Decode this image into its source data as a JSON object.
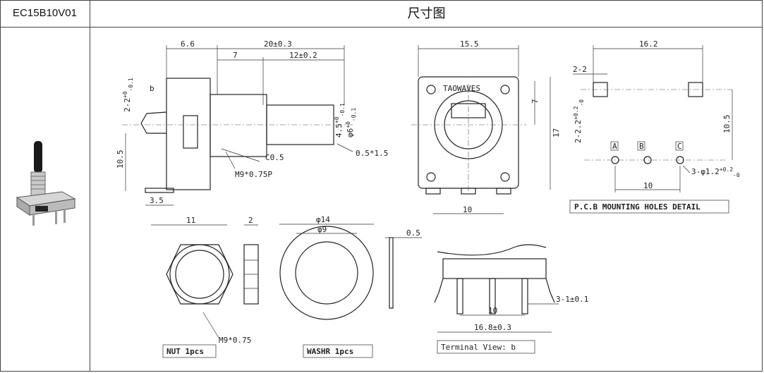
{
  "header": {
    "model": "EC15B10V01",
    "title": "尺寸图"
  },
  "side_view": {
    "dims": [
      "6.6",
      "20±0.3",
      "7",
      "12±0.2",
      "b",
      "C0.5",
      "M9*0.75P",
      "0.5*1.5",
      "10.5",
      "3.5"
    ],
    "d_tol": {
      "d1": "2-2",
      "d1t": "+0",
      "d1b": "-0.1",
      "d2": "4.5",
      "d2t": "+0",
      "d2b": "-0.1",
      "d3": "φ6",
      "d3t": "+0",
      "d3b": "-0.1"
    }
  },
  "front_view": {
    "brand": "TAOWAVES",
    "dims": [
      "15.5",
      "7",
      "17",
      "10"
    ]
  },
  "pcb": {
    "dims": [
      "16.2",
      "2-2",
      "10.5",
      "10"
    ],
    "tol1": {
      "base": "2-2.2",
      "t": "+0.2",
      "b": "-0"
    },
    "tol2": {
      "base": "3-φ1.2",
      "t": "+0.2",
      "b": "-0"
    },
    "letters": [
      "A",
      "B",
      "C"
    ],
    "caption": "P.C.B MOUNTING HOLES DETAIL"
  },
  "nut": {
    "dims": [
      "11",
      "2",
      "M9*0.75"
    ],
    "caption": "NUT 1pcs"
  },
  "washer": {
    "dims": [
      "φ14",
      "φ9",
      "0.5"
    ],
    "caption": "WASHR  1pcs"
  },
  "terminal": {
    "dims": [
      "10",
      "3-1±0.1",
      "16.8±0.3"
    ],
    "caption": "Terminal View: b"
  }
}
